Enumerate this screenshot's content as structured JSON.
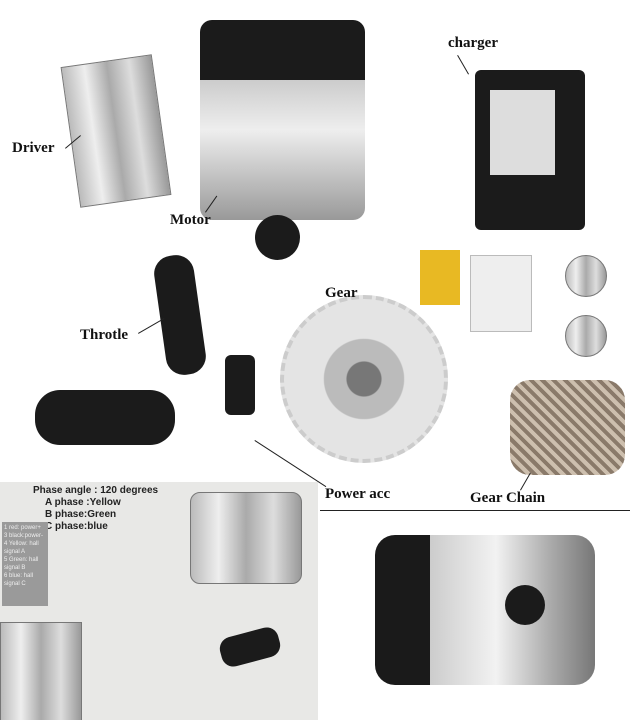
{
  "labels": {
    "driver": "Driver",
    "motor": "Motor",
    "charger": "charger",
    "throttle": "Throtle",
    "gear": "Gear",
    "power_acc": "Power acc",
    "gear_chain": "Gear Chain"
  },
  "diagram": {
    "phase_angle": "Phase angle : 120 degrees",
    "a_phase": "A phase :Yellow",
    "b_phase": "B phase:Green",
    "c_phase": "C phase:blue",
    "legend": [
      "1 red: power+",
      "3 black:power-",
      "4 Yellow: hall signal A",
      "5 Green: hall signal B",
      "6 blue: hall signal C"
    ]
  }
}
